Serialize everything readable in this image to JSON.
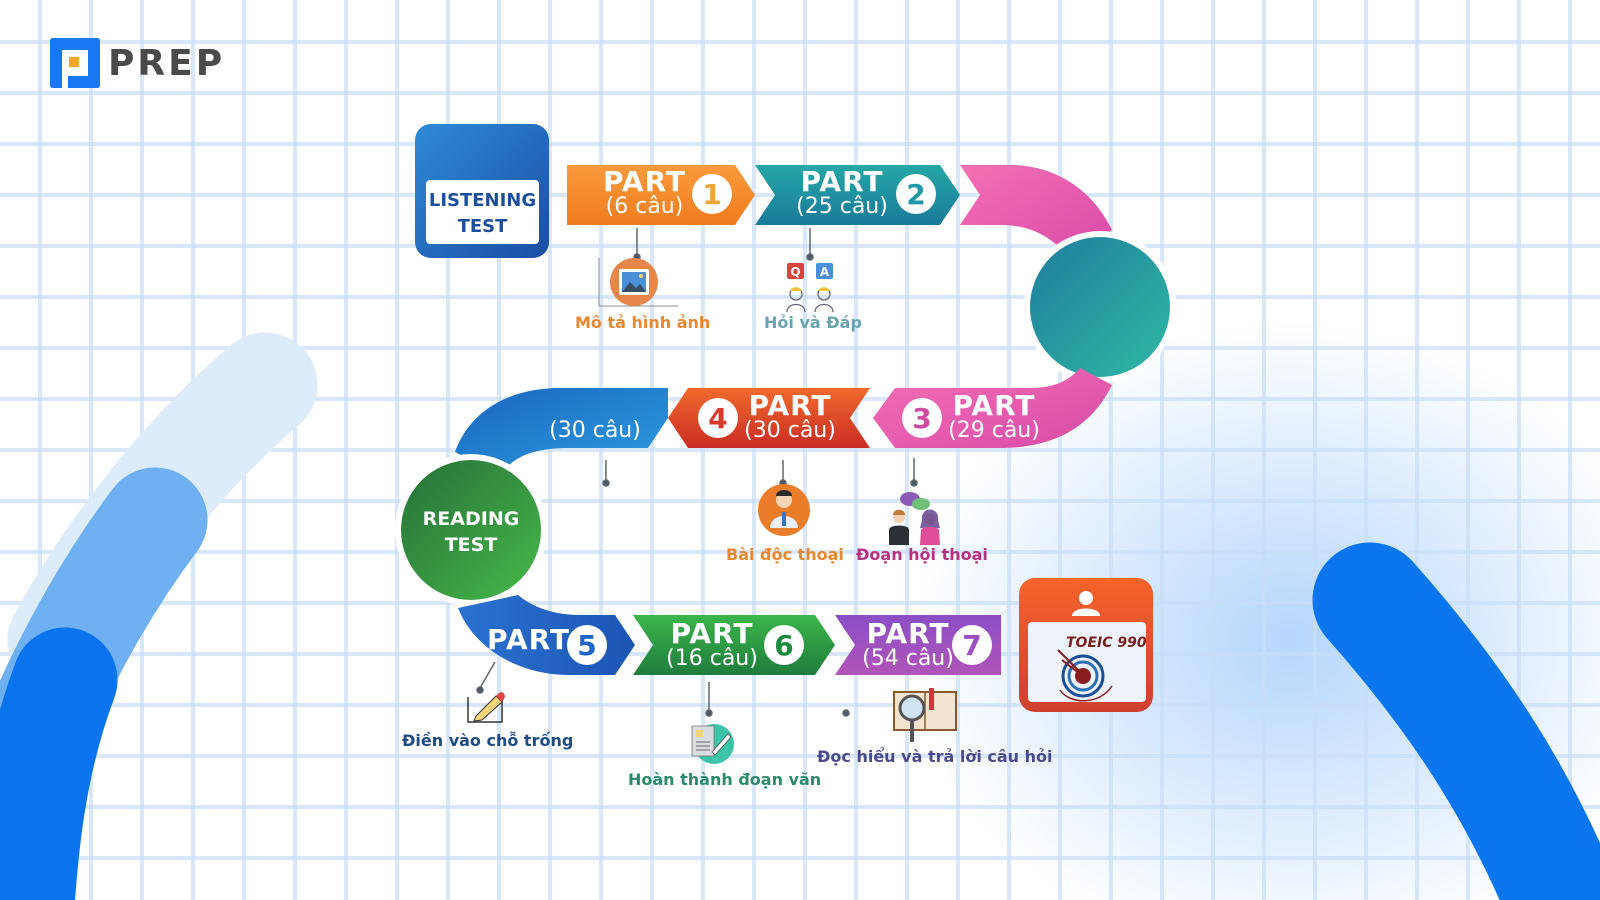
{
  "brand": {
    "name": "PREP",
    "colors": {
      "primary": "#1877f2",
      "accent": "#f5a623",
      "text": "#4a4a4a"
    }
  },
  "listening": {
    "title_line1": "LISTENING",
    "title_line2": "TEST",
    "parts": [
      {
        "number": "1",
        "label": "PART",
        "count": "(6 câu)",
        "desc": "Mô tả hình ảnh",
        "icon": "picture-icon",
        "color": "#f7892b"
      },
      {
        "number": "2",
        "label": "PART",
        "count": "(25 câu)",
        "desc": "Hỏi và Đáp",
        "icon": "question-answer-icon",
        "color": "#1f9aa5"
      },
      {
        "number": "3",
        "label": "PART",
        "count": "(29 câu)",
        "desc": "Đoạn hội thoại",
        "icon": "conversation-icon",
        "color": "#e158b0"
      },
      {
        "number": "4",
        "label": "PART",
        "count": "(30 câu)",
        "desc": "Bài độc thoại",
        "icon": "speaker-icon",
        "color": "#e7502c"
      }
    ]
  },
  "reading": {
    "title_line1": "READING",
    "title_line2": "TEST",
    "intro_count": "(30 câu)",
    "parts": [
      {
        "number": "5",
        "label": "PART",
        "count": "",
        "desc": "Điền vào chỗ trống",
        "icon": "pencil-icon",
        "color": "#1f66c8"
      },
      {
        "number": "6",
        "label": "PART",
        "count": "(16 câu)",
        "desc": "Hoàn thành đoạn văn",
        "icon": "document-edit-icon",
        "color": "#2e9d48"
      },
      {
        "number": "7",
        "label": "PART",
        "count": "(54 câu)",
        "desc": "Đọc hiểu và trả lời câu hỏi",
        "icon": "magnifier-book-icon",
        "color": "#9b4fc0"
      }
    ]
  },
  "badge": {
    "text": "TOEIC 990",
    "icon": "id-card-target-icon",
    "color": "#e8542a"
  }
}
